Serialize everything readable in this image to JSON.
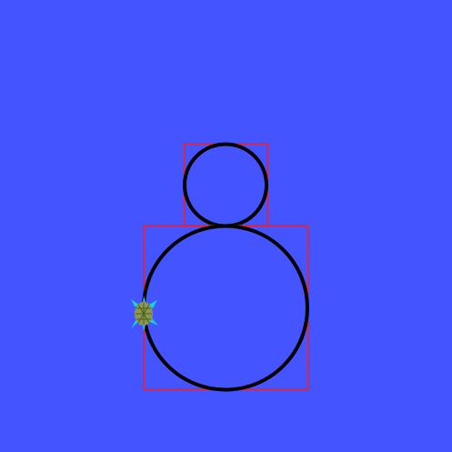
{
  "canvas": {
    "background_color": "#4455ff"
  },
  "scene": {
    "bounding_box_color": "#ff1a1a",
    "circle_stroke_color": "#000000",
    "shapes": [
      {
        "name": "small-circle",
        "kind": "circle"
      },
      {
        "name": "large-circle",
        "kind": "circle"
      }
    ],
    "sprite": {
      "name": "turtle",
      "colors": {
        "shell": "#8a9a4a",
        "shell_pattern": "#4e5a2a",
        "flippers": "#19d3d3"
      }
    }
  }
}
